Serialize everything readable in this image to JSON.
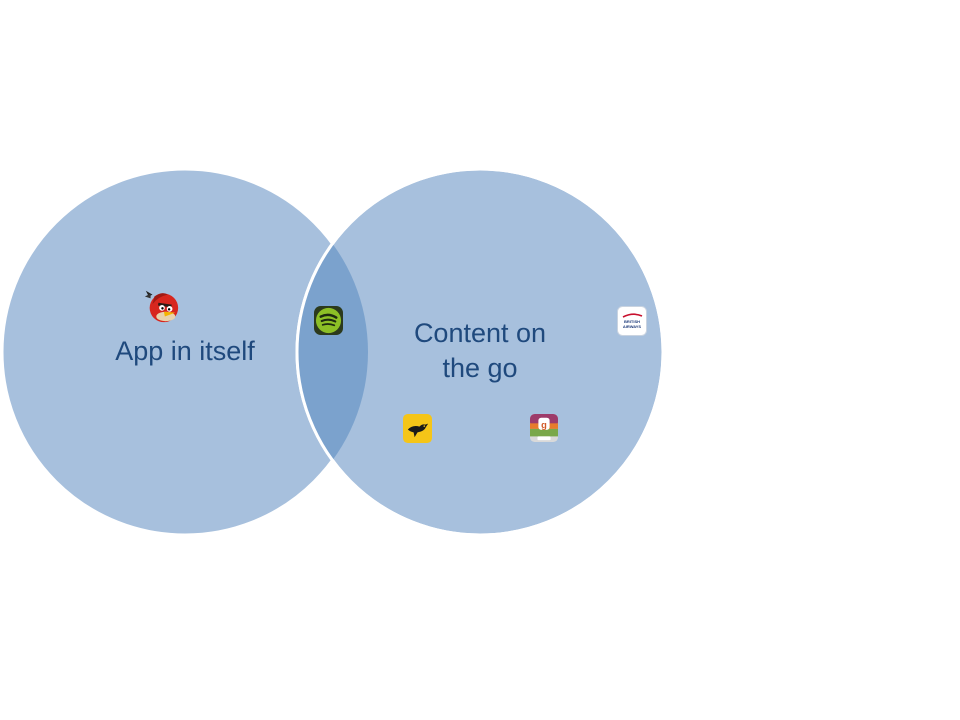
{
  "diagram": {
    "type": "venn",
    "left_set": {
      "label": "App in itself",
      "apps": [
        {
          "icon": "angry-birds-icon"
        }
      ]
    },
    "right_set": {
      "label": "Content on\nthe go",
      "apps": [
        {
          "icon": "british-airways-icon",
          "text": "BRITISH AIRWAYS"
        },
        {
          "icon": "bird-app-icon"
        },
        {
          "icon": "foursquare-style-icon"
        }
      ]
    },
    "intersection": {
      "apps": [
        {
          "icon": "spotify-icon"
        }
      ]
    },
    "colors": {
      "circle_fill": "#a7c0dd",
      "overlap_fill": "#7ba2cd",
      "circle_stroke": "#ffffff",
      "label_text": "#1f497d"
    }
  }
}
